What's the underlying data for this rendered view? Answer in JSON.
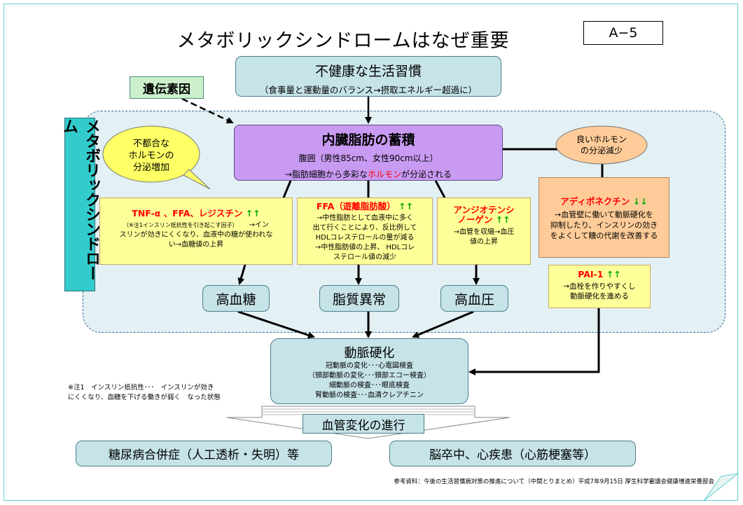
{
  "title": "メタボリックシンドロームはなぜ重要か",
  "code": "A−5",
  "metabolic_label": "メタボリックシンドローム",
  "lifestyle": {
    "title": "不健康な生活習慣",
    "sub": "（食事量と運動量のバランス→摂取エネルギー超過に）"
  },
  "genetic": "遺伝素因",
  "visceral": {
    "title": "内臓脂肪の蓄積",
    "line1": "腹囲（男性85cm、女性90cm以上）",
    "line2_pre": "→脂肪細胞から多彩な",
    "line2_hl": "ホルモン",
    "line2_post": "が分泌される"
  },
  "bad_hormone": [
    "不都合な",
    "ホルモンの",
    "分泌増加"
  ],
  "good_hormone": [
    "良いホルモン",
    "の分泌減少"
  ],
  "tnf": {
    "title": "TNF-α 、FFA、レジスチン",
    "arrows": "↑↑",
    "note": "（※注1インスリン抵抗性を引き起こす因子）",
    "line1": "→イン",
    "line2": "スリンが効きにくくなり、血液中の糖が使われな",
    "line3": "い→血糖値の上昇"
  },
  "ffa": {
    "title": "FFA（遊離脂肪酸）",
    "arrows": "↑↑",
    "lines": [
      "→中性脂肪として血液中に多く",
      "出て行くことにより、反比例して",
      "HDLコレステロールの量が減る",
      "→中性脂肪値の上昇、 HDLコレ",
      "ステロール値の減少"
    ]
  },
  "angio": {
    "title1": "アンジオテンシ",
    "title2": "ノーゲン",
    "arrows": "↑↑",
    "lines": [
      "→血管を収縮→血圧",
      "値の上昇"
    ]
  },
  "adipo": {
    "title": "アディポネクチン",
    "arrows": "↓↓",
    "lines": [
      "→血管壁に働いて動脈硬化を",
      "抑制したり、インスリンの効き",
      "をよくして糖の代謝を改善する"
    ]
  },
  "pai": {
    "title": "PAI-1",
    "arrows": "↑↑",
    "lines": [
      "→血栓を作りやすくし",
      "動脈硬化を進める"
    ]
  },
  "outcomes": {
    "hyperglycemia": "高血糖",
    "dyslipidemia": "脂質異常",
    "hypertension": "高血圧"
  },
  "atherosclerosis": {
    "title": "動脈硬化",
    "lines": [
      "冠動脈の変化･･･心電図検査",
      "（頸部動脈の変化･･･頸部エコー検査）",
      "細動脈の検査･･･眼底検査",
      "腎動脈の検査･･･血清クレアチニン"
    ]
  },
  "note": [
    "※注1　インスリン抵抗性･･･　インスリンが効き",
    "にくくなり、血糖を下げる働きが弱く　なった状態"
  ],
  "progress": "血管変化の進行",
  "diabetes_complications": "糖尿病合併症（人工透析・失明）等",
  "stroke_heart": "脳卒中、心疾患（心筋梗塞等）",
  "reference": "参考資料：今後の生活習慣病対策の推進について（中間とりまとめ）平成7年9月15日 厚生科学審議会健康増進栄養部会",
  "colors": {
    "teal_box": "#c6e3e8",
    "purple": "#c99af2",
    "yellow": "#ffff99",
    "orange": "#ffcc99",
    "region": "#e3f1f5",
    "label": "#33cccc",
    "genetic": "#ccf0cc",
    "bubble": "#ffff66",
    "red": "#ff0000",
    "green": "#00aa00"
  }
}
